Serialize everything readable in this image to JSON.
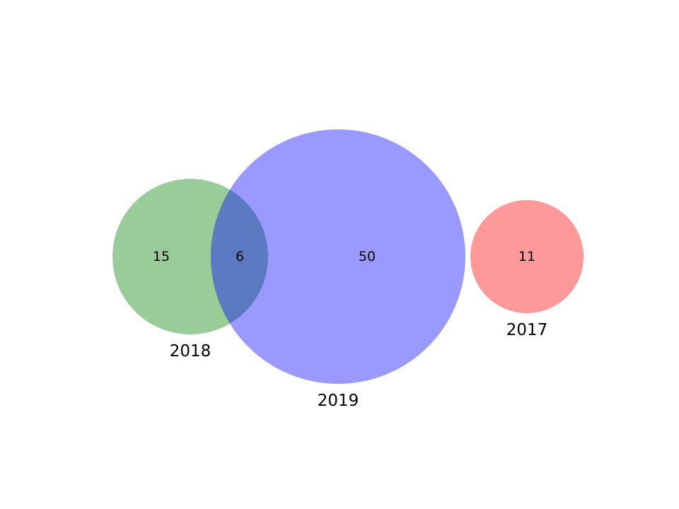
{
  "chart_data": {
    "type": "venn",
    "sets": [
      {
        "name": "2017",
        "color": "#ff0000"
      },
      {
        "name": "2018",
        "color": "#008000"
      },
      {
        "name": "2019",
        "color": "#0000ff"
      }
    ],
    "subsets": [
      {
        "sets": [
          "2018"
        ],
        "value": 15
      },
      {
        "sets": [
          "2018",
          "2019"
        ],
        "value": 6
      },
      {
        "sets": [
          "2019"
        ],
        "value": 50
      },
      {
        "sets": [
          "2017"
        ],
        "value": 11
      }
    ],
    "region_labels": {
      "only_2018": "15",
      "2018_and_2019": "6",
      "only_2019": "50",
      "only_2017": "11"
    },
    "fill_opacity": 0.4
  }
}
